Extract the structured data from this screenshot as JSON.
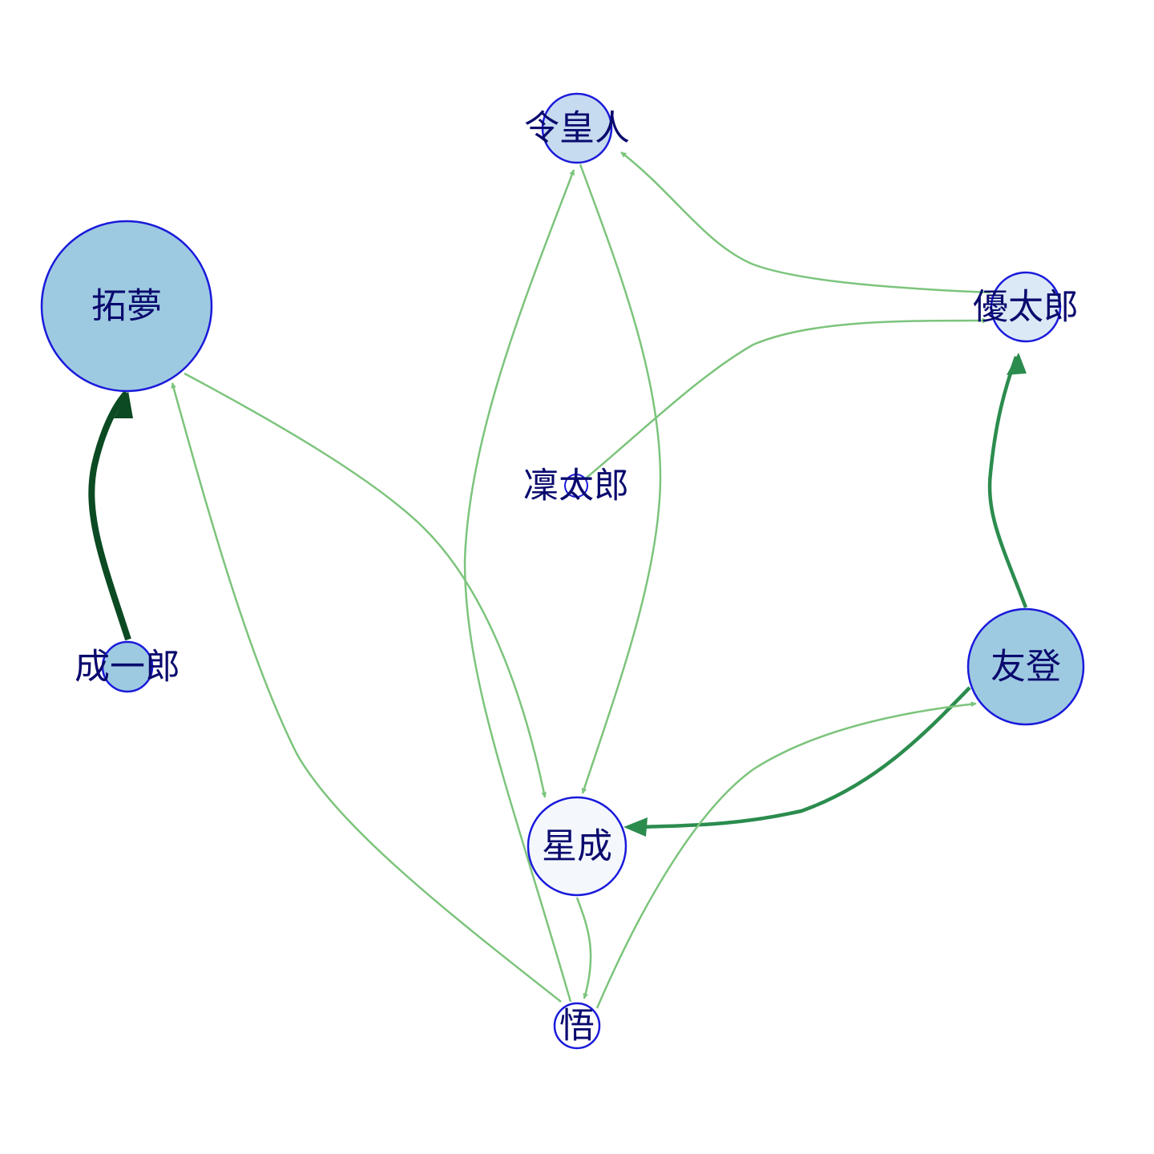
{
  "colors": {
    "background": "#ffffff",
    "node_stroke": "#1a1adb",
    "label": "#0a0a6e",
    "edge_light": "#7cc47c",
    "edge_medium": "#2b8c4e",
    "edge_dark": "#0b4a22"
  },
  "nodes": [
    {
      "id": "reijinto",
      "label": "令皇人",
      "fill": "#c6dbef"
    },
    {
      "id": "takumu",
      "label": "拓夢",
      "fill": "#9ecae1"
    },
    {
      "id": "yutaro",
      "label": "優太郎",
      "fill": "#dbe9f6"
    },
    {
      "id": "rintaro",
      "label": "凜太郎",
      "fill": "#ffffff"
    },
    {
      "id": "seiichiro",
      "label": "成一郎",
      "fill": "#9ecae1"
    },
    {
      "id": "tomoto",
      "label": "友登",
      "fill": "#9ecae1"
    },
    {
      "id": "seinari",
      "label": "星成",
      "fill": "#f4f8fd"
    },
    {
      "id": "satoru",
      "label": "悟",
      "fill": "#ffffff"
    }
  ],
  "edges": [
    {
      "from": "seiichiro",
      "to": "takumu",
      "weight": "heavy"
    },
    {
      "from": "tomoto",
      "to": "yutaro",
      "weight": "medium"
    },
    {
      "from": "tomoto",
      "to": "seinari",
      "weight": "medium"
    },
    {
      "from": "yutaro",
      "to": "reijinto",
      "weight": "light"
    },
    {
      "from": "rintaro",
      "to": "yutaro",
      "weight": "light"
    },
    {
      "from": "reijinto",
      "to": "seinari",
      "weight": "light"
    },
    {
      "from": "satoru",
      "to": "reijinto",
      "weight": "light"
    },
    {
      "from": "takumu",
      "to": "seinari",
      "weight": "light"
    },
    {
      "from": "satoru",
      "to": "takumu",
      "weight": "light"
    },
    {
      "from": "seinari",
      "to": "satoru",
      "weight": "light"
    },
    {
      "from": "satoru",
      "to": "tomoto",
      "weight": "light"
    }
  ]
}
